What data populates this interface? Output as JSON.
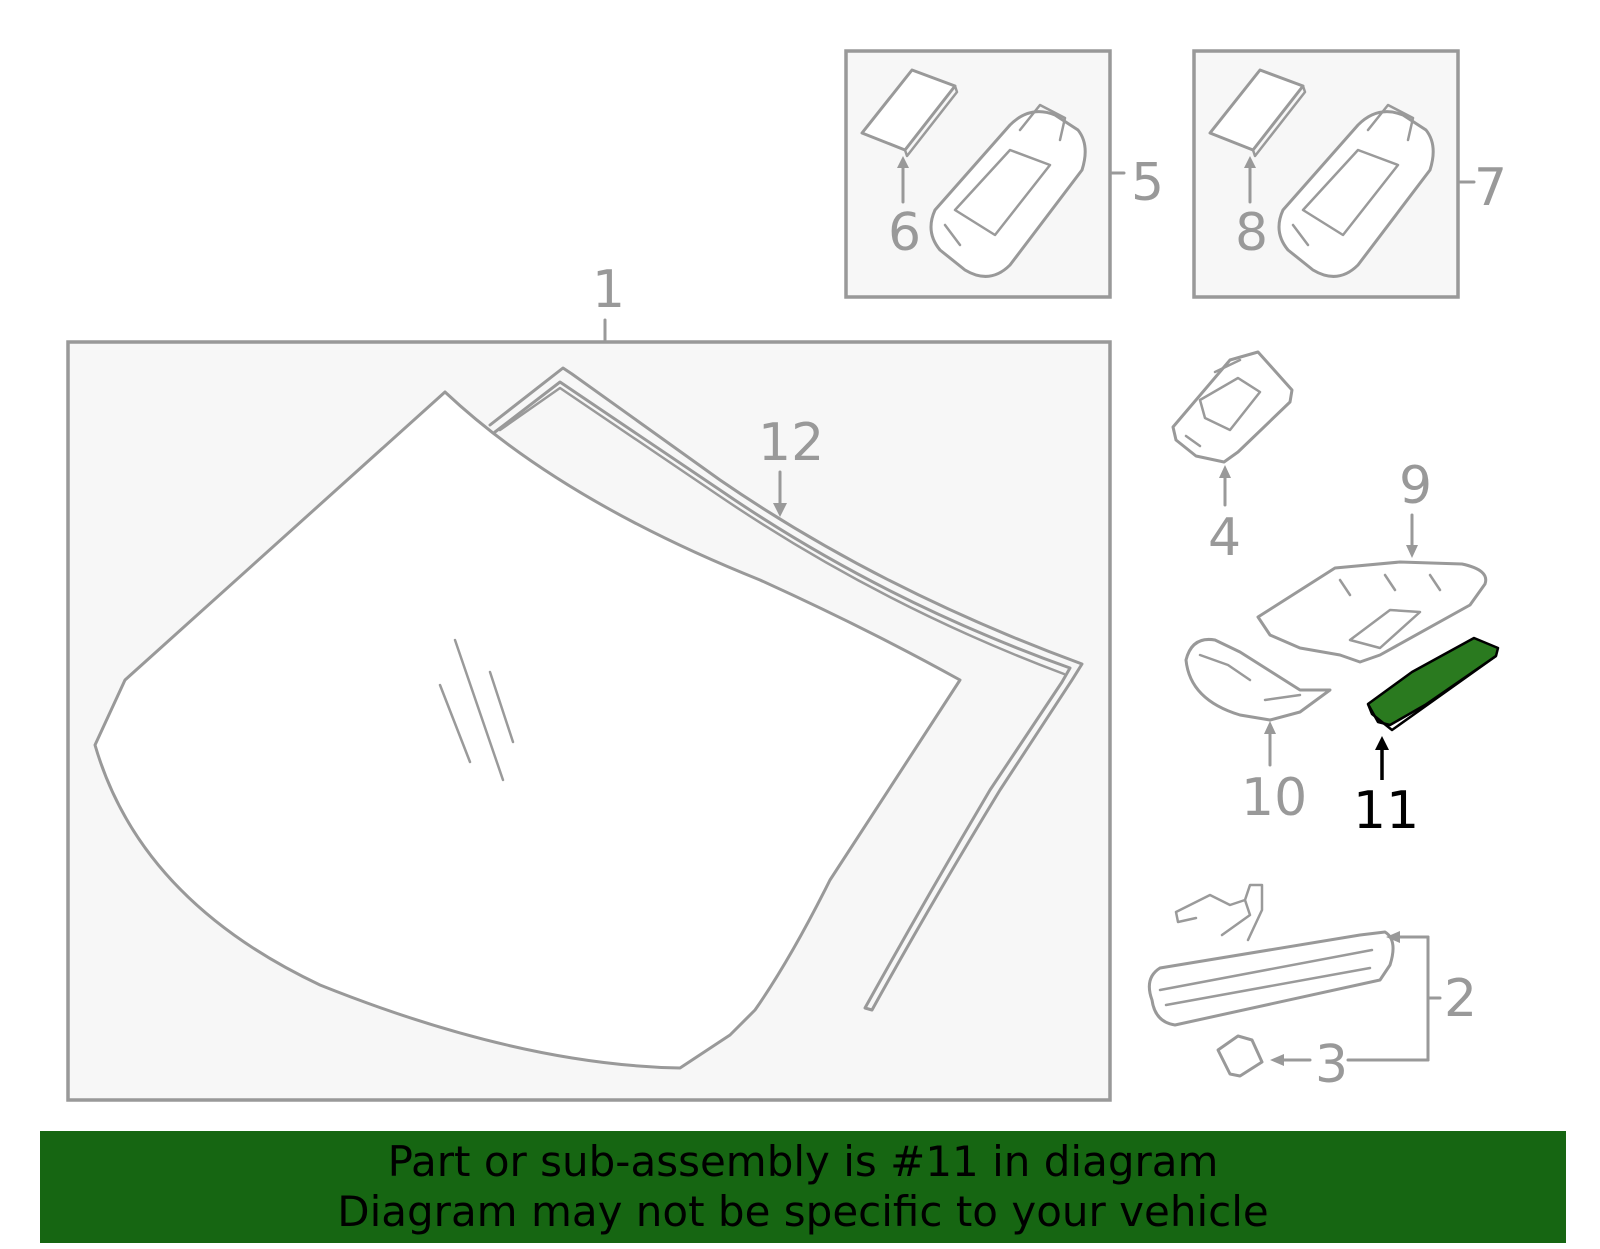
{
  "diagram": {
    "labels": {
      "l1": "1",
      "l2": "2",
      "l3": "3",
      "l4": "4",
      "l5": "5",
      "l6": "6",
      "l7": "7",
      "l8": "8",
      "l9": "9",
      "l10": "10",
      "l11": "11",
      "l12": "12"
    },
    "highlighted_part": "11",
    "colors": {
      "line": "#999999",
      "highlight_fill": "#2a7a1f",
      "highlight_outline": "#000000",
      "banner_bg": "#166612",
      "banner_text": "#000000"
    }
  },
  "banner": {
    "line1": "Part or sub-assembly is #11 in diagram",
    "line2": "Diagram may not be specific to your vehicle"
  }
}
